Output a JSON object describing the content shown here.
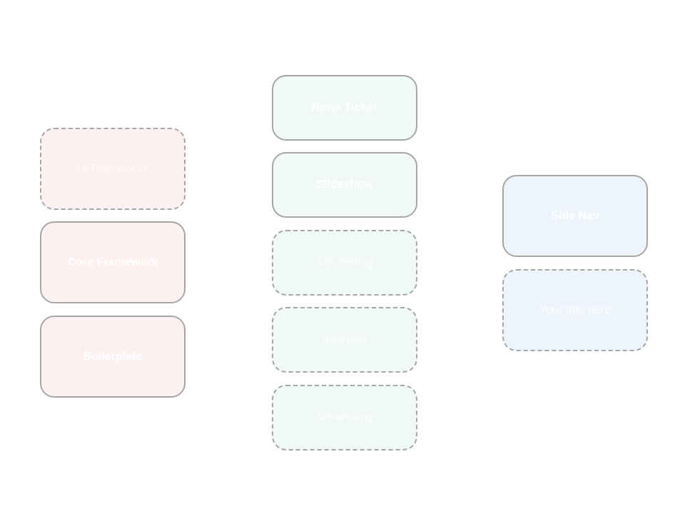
{
  "columns": {
    "left": {
      "color": "#fdf0f0",
      "boxes": [
        {
          "label": "UI Framework",
          "style": "dashed"
        },
        {
          "label": "Core Framework",
          "style": "solid"
        },
        {
          "label": "Boilerplate",
          "style": "solid"
        }
      ]
    },
    "middle": {
      "color": "#f0f9f4",
      "boxes": [
        {
          "label": "News Ticker",
          "style": "solid"
        },
        {
          "label": "Slideshow",
          "style": "solid"
        },
        {
          "label": "A/B Testing",
          "style": "dashed"
        },
        {
          "label": "Analytics",
          "style": "dashed"
        },
        {
          "label": "Advertising",
          "style": "dashed"
        }
      ]
    },
    "right": {
      "color": "#eef4fb",
      "boxes": [
        {
          "label": "Side Nav",
          "style": "solid"
        },
        {
          "label": "Your app here",
          "style": "dashed"
        }
      ]
    }
  }
}
